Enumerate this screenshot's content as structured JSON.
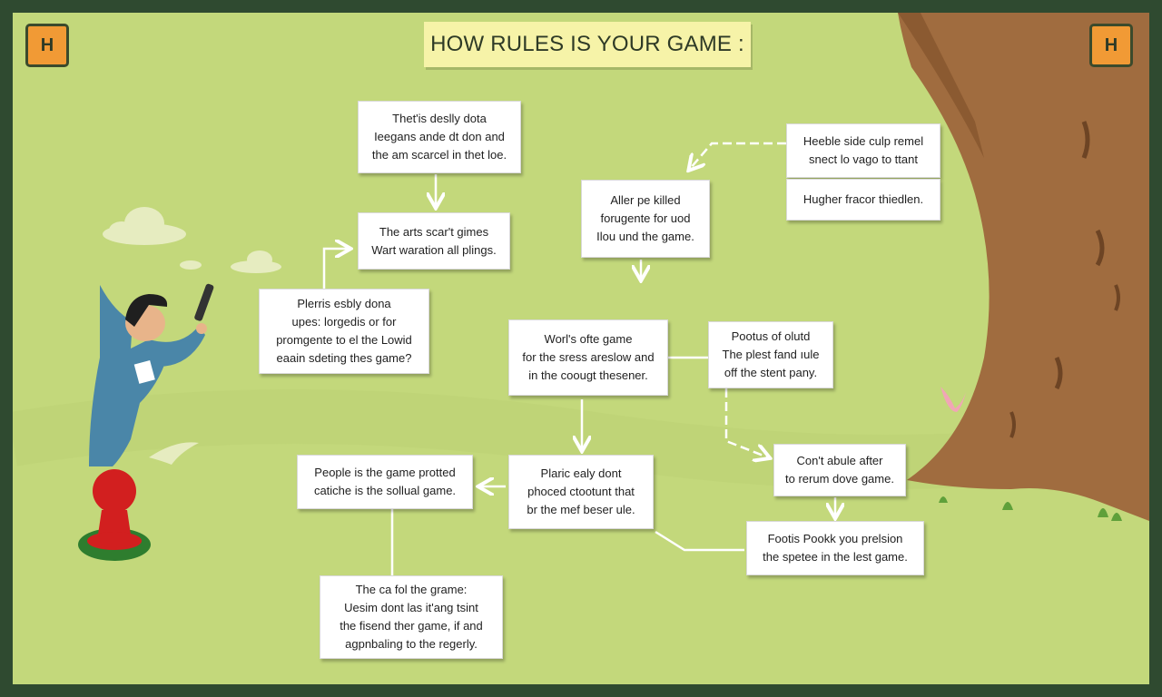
{
  "title": "HOW RULES IS YOUR GAME :",
  "corner_badges": {
    "left": "H",
    "right": "H"
  },
  "colors": {
    "background": "#c3d87b",
    "frame": "#2f4a30",
    "tree": "#a06c3f",
    "pawn": "#d21f1f",
    "badge": "#f19a35",
    "banner": "#f6f3a8"
  },
  "boxes": {
    "b1": [
      "Thet'is deslly dota",
      "Ieegans ande dt don and",
      "the am scarcel in thet loe."
    ],
    "b2": [
      "The arts scar't gimes",
      "Wart waration all plings."
    ],
    "b3": [
      "Plerris esbly dona",
      "upes: lorgedis or for",
      "promgente to el the Lowid",
      "eaain sdeting thes game?"
    ],
    "b4": [
      "Aller pe killed",
      "forugente for uod",
      "Ilou und the game."
    ],
    "b5": [
      "Heeble side culp remel",
      "snect lo vago to ttant"
    ],
    "b6": [
      "Hugher fracor thiedlen."
    ],
    "b7": [
      "Worl's ofte game",
      "for the sress areslow and",
      "in the coougt thesener."
    ],
    "b8": [
      "Pootus of olutd",
      "The plest fand ıule",
      "off the stent pany."
    ],
    "b9": [
      "Con't abule after",
      "to rerum dove game."
    ],
    "b10": [
      "People is the game protted",
      "catiche is the sollual game."
    ],
    "b11": [
      "Plaric ealy dont",
      "phoced ctootunt that",
      "br the mef beser ule."
    ],
    "b12": [
      "Footis Pookk you prelsion",
      "the spetee in the lest game."
    ],
    "b13": [
      "The ca fol the grame:",
      "Uesim dont las it'ang tsint",
      "the fisend ther game, if and",
      "agpnbaling to the regerly."
    ]
  }
}
